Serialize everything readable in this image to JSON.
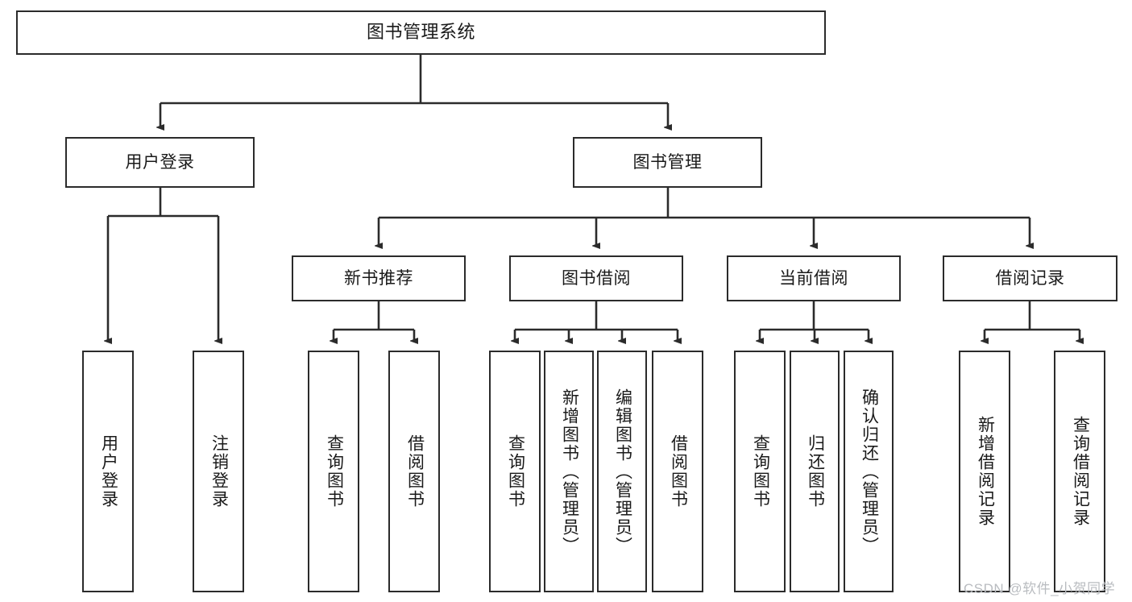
{
  "diagram": {
    "type": "tree-hierarchy-diagram",
    "title": "图书管理系统",
    "stroke_color": "#2b2b2b",
    "fill_color": "#ffffff",
    "text_color": "#1a1a1a",
    "levels": {
      "root": {
        "label": "图书管理系统"
      },
      "level2": [
        {
          "label": "用户登录"
        },
        {
          "label": "图书管理"
        }
      ],
      "level3": [
        {
          "label": "新书推荐"
        },
        {
          "label": "图书借阅"
        },
        {
          "label": "当前借阅"
        },
        {
          "label": "借阅记录"
        }
      ],
      "leaves": [
        {
          "label": "用户登录",
          "parent": "用户登录"
        },
        {
          "label": "注销登录",
          "parent": "用户登录"
        },
        {
          "label": "查询图书",
          "parent": "新书推荐"
        },
        {
          "label": "借阅图书",
          "parent": "新书推荐"
        },
        {
          "label": "查询图书",
          "parent": "图书借阅"
        },
        {
          "label": "新增图书（管理员）",
          "parent": "图书借阅"
        },
        {
          "label": "编辑图书（管理员）",
          "parent": "图书借阅"
        },
        {
          "label": "借阅图书",
          "parent": "图书借阅"
        },
        {
          "label": "查询图书",
          "parent": "当前借阅"
        },
        {
          "label": "归还图书",
          "parent": "当前借阅"
        },
        {
          "label": "确认归还（管理员）",
          "parent": "当前借阅"
        },
        {
          "label": "新增借阅记录",
          "parent": "借阅记录"
        },
        {
          "label": "查询借阅记录",
          "parent": "借阅记录"
        }
      ]
    }
  },
  "watermark": {
    "text": "CSDN @软件_小贺同学"
  }
}
